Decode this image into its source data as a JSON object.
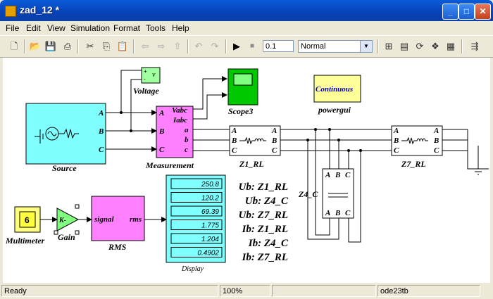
{
  "window": {
    "title": "zad_12 *"
  },
  "menu": [
    "File",
    "Edit",
    "View",
    "Simulation",
    "Format",
    "Tools",
    "Help"
  ],
  "toolbar": {
    "stop_time": "0.1",
    "sim_mode": "Normal"
  },
  "blocks": {
    "source": "Source",
    "voltage": "Voltage",
    "scope": "Scope3",
    "measurement": "Measurement",
    "powergui": "powergui",
    "powergui_text": "Continuous",
    "z1": "Z1_RL",
    "z7": "Z7_RL",
    "z4": "Z4_C",
    "multimeter": "Multimeter",
    "multimeter_value": "6",
    "gain": "Gain",
    "gain_text": "K-",
    "rms": "RMS",
    "rms_in": "signal",
    "rms_out": "rms",
    "display": "Display",
    "voltage_in_plus": "+",
    "voltage_in_minus": "-",
    "voltage_v": "v",
    "meas_vabc": "Vabc",
    "meas_iabc": "Iabc"
  },
  "ports": {
    "A": "A",
    "B": "B",
    "C": "C",
    "a": "a",
    "b": "b",
    "c": "c"
  },
  "display_values": [
    "250.8",
    "120.2",
    "69.39",
    "1.775",
    "1.204",
    "0.4902"
  ],
  "display_labels": [
    "Ub: Z1_RL",
    "Ub: Z4_C",
    "Ub: Z7_RL",
    "Ib: Z1_RL",
    "Ib: Z4_C",
    "Ib: Z7_RL"
  ],
  "status": {
    "state": "Ready",
    "zoom": "100%",
    "solver": "ode23tb"
  }
}
